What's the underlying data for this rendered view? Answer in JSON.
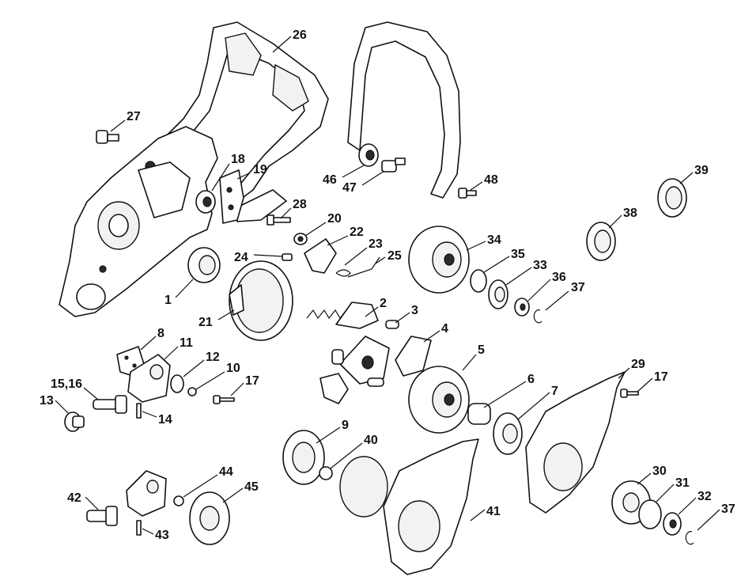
{
  "diagram": {
    "type": "exploded-parts-view",
    "callouts": [
      {
        "id": "c26",
        "label": "26"
      },
      {
        "id": "c27",
        "label": "27"
      },
      {
        "id": "c18",
        "label": "18"
      },
      {
        "id": "c19",
        "label": "19"
      },
      {
        "id": "c46",
        "label": "46"
      },
      {
        "id": "c47",
        "label": "47"
      },
      {
        "id": "c48",
        "label": "48"
      },
      {
        "id": "c39",
        "label": "39"
      },
      {
        "id": "c38",
        "label": "38"
      },
      {
        "id": "c28",
        "label": "28"
      },
      {
        "id": "c20",
        "label": "20"
      },
      {
        "id": "c22",
        "label": "22"
      },
      {
        "id": "c23",
        "label": "23"
      },
      {
        "id": "c24",
        "label": "24"
      },
      {
        "id": "c25",
        "label": "25"
      },
      {
        "id": "c34",
        "label": "34"
      },
      {
        "id": "c35",
        "label": "35"
      },
      {
        "id": "c33",
        "label": "33"
      },
      {
        "id": "c36",
        "label": "36"
      },
      {
        "id": "c37a",
        "label": "37"
      },
      {
        "id": "c1",
        "label": "1"
      },
      {
        "id": "c21",
        "label": "21"
      },
      {
        "id": "c2",
        "label": "2"
      },
      {
        "id": "c3",
        "label": "3"
      },
      {
        "id": "c4",
        "label": "4"
      },
      {
        "id": "c8",
        "label": "8"
      },
      {
        "id": "c11",
        "label": "11"
      },
      {
        "id": "c12",
        "label": "12"
      },
      {
        "id": "c10",
        "label": "10"
      },
      {
        "id": "c17a",
        "label": "17"
      },
      {
        "id": "c1516",
        "label": "15,16"
      },
      {
        "id": "c13",
        "label": "13"
      },
      {
        "id": "c14",
        "label": "14"
      },
      {
        "id": "c5",
        "label": "5"
      },
      {
        "id": "c6",
        "label": "6"
      },
      {
        "id": "c7",
        "label": "7"
      },
      {
        "id": "c29",
        "label": "29"
      },
      {
        "id": "c17b",
        "label": "17"
      },
      {
        "id": "c9",
        "label": "9"
      },
      {
        "id": "c40",
        "label": "40"
      },
      {
        "id": "c41",
        "label": "41"
      },
      {
        "id": "c44",
        "label": "44"
      },
      {
        "id": "c45",
        "label": "45"
      },
      {
        "id": "c42",
        "label": "42"
      },
      {
        "id": "c43",
        "label": "43"
      },
      {
        "id": "c30",
        "label": "30"
      },
      {
        "id": "c31",
        "label": "31"
      },
      {
        "id": "c32",
        "label": "32"
      },
      {
        "id": "c37b",
        "label": "37"
      }
    ]
  }
}
